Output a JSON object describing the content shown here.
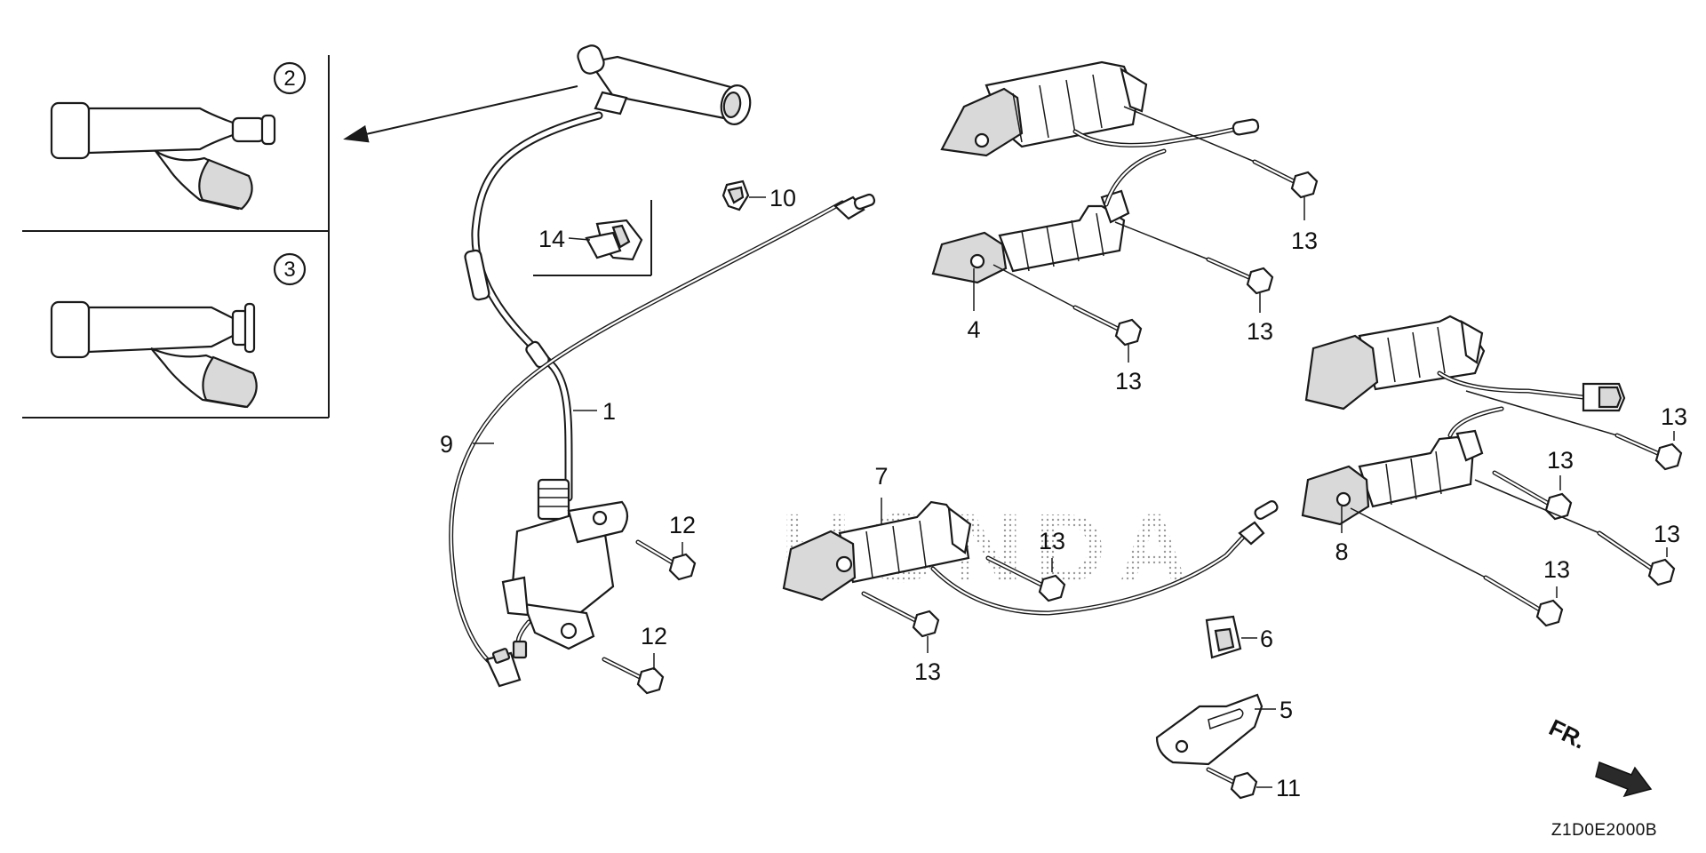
{
  "diagram": {
    "inset_labels": {
      "variant_2": "2",
      "variant_3": "3"
    },
    "callouts": {
      "ignition_coil": "1",
      "exciter_coil_a": "4",
      "clamp_plate": "5",
      "cord_clip": "6",
      "charge_coil": "7",
      "exciter_coil_b": "8",
      "sub_cord": "9",
      "clip_small": "10",
      "bolt_11": "11",
      "bolt_12_upper": "12",
      "bolt_12_lower": "12",
      "bolt_13_a": "13",
      "bolt_13_b": "13",
      "bolt_13_c": "13",
      "bolt_13_d": "13",
      "bolt_13_e": "13",
      "bolt_13_f": "13",
      "bolt_13_g": "13",
      "bolt_13_h": "13",
      "clip_14": "14"
    },
    "front_marker": "FR.",
    "watermark": "HONDA",
    "drawing_code": "Z1D0E2000B",
    "colors": {
      "line": "#1a1a1a",
      "watermark_dots": "#9a9a9a",
      "background": "#ffffff"
    }
  }
}
